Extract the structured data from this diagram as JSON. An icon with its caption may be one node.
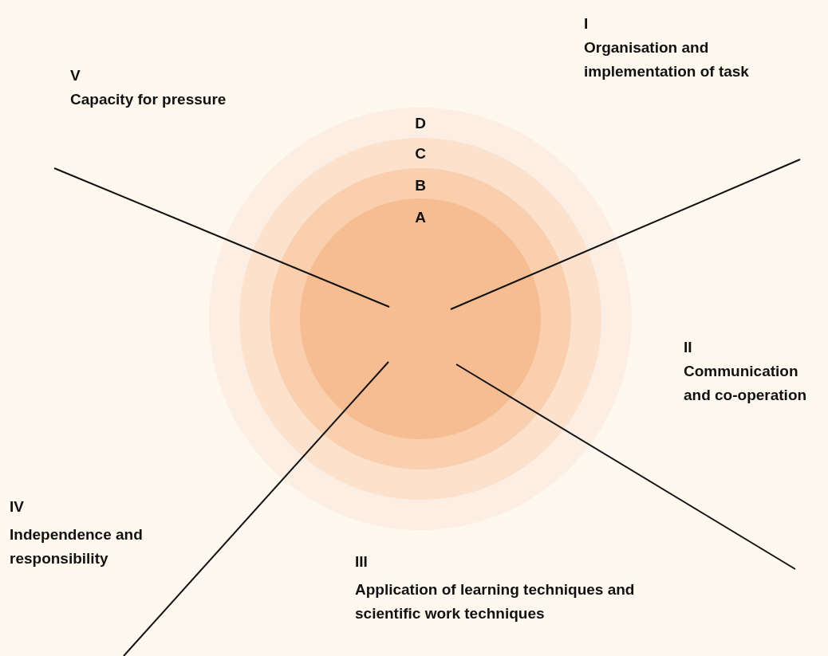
{
  "diagram": {
    "nodes": [
      {
        "text": [
          "D"
        ]
      },
      {
        "text": [
          "C"
        ],
        "in": 0
      },
      {
        "text": [
          "B"
        ],
        "in": 1
      },
      {
        "text": [
          "A"
        ],
        "in": 2
      }
    ],
    "labels": [
      "I",
      "Organisation and implementation of task",
      "V",
      "Capacity for pressure",
      "II",
      "Communication and co-operation",
      "IV",
      "Independence and responsibility",
      "III",
      "Application of learning techniques and scientific work techniques"
    ]
  }
}
